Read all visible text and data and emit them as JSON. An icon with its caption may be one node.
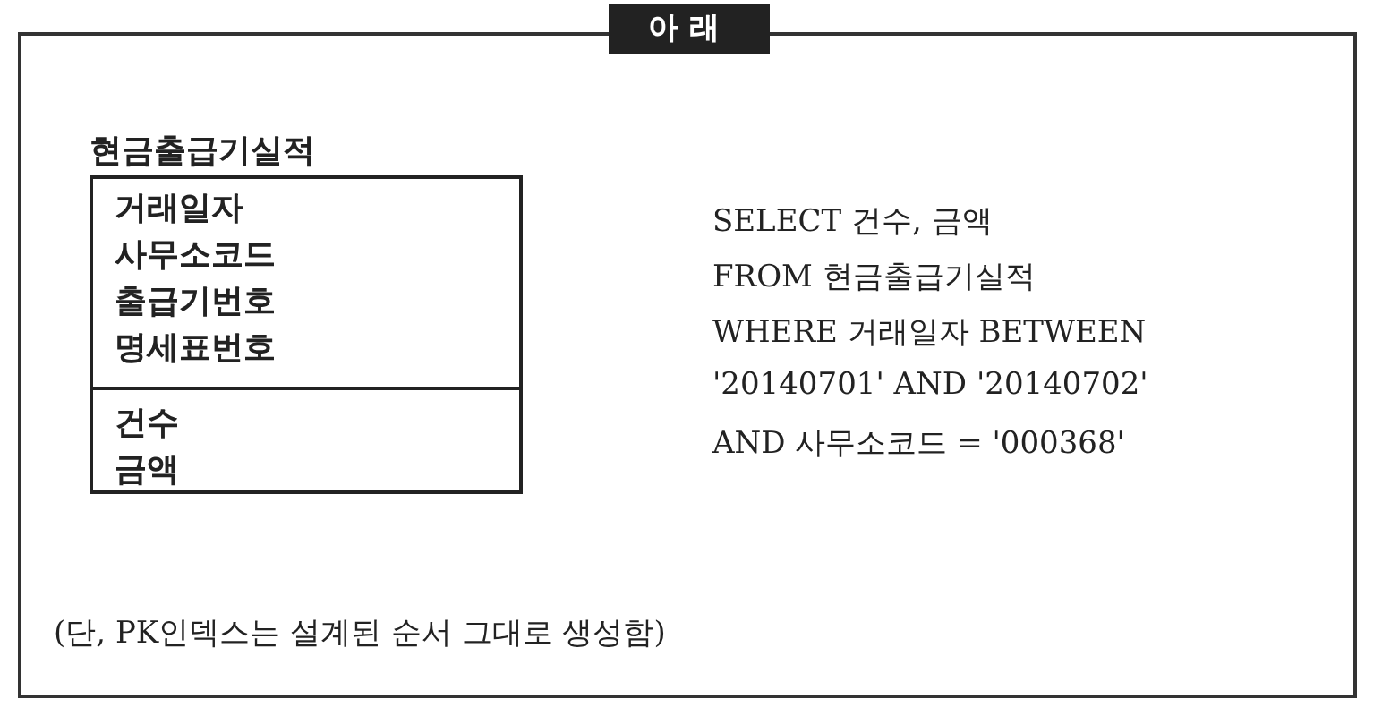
{
  "diagram": {
    "title": "아래",
    "nodes": [
      {
        "text": [
          "현금출급기실적",
          "거래일자",
          "사무소코드",
          "출급기번호",
          "명세표번호",
          "건수",
          "금액"
        ]
      }
    ],
    "labels": [
      "SELECT 건수, 금액",
      "FROM 현금출급기실적",
      "WHERE 거래일자 BETWEEN",
      "'20140701' AND '20140702'",
      "AND 사무소코드 = '000368'",
      "(단, PK인덱스는 설계된 순서 그대로 생성함)"
    ]
  }
}
